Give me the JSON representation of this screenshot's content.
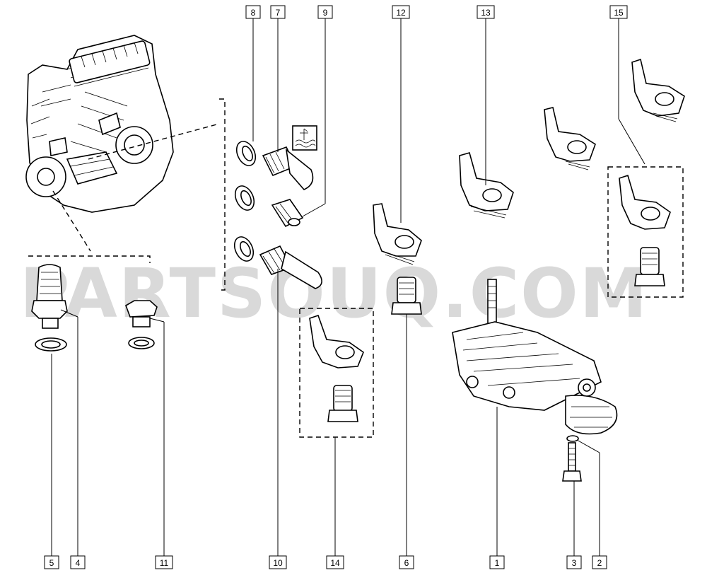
{
  "watermark": "PARTSOUQ.COM",
  "callouts": {
    "c1": "1",
    "c2": "2",
    "c3": "3",
    "c4": "4",
    "c5": "5",
    "c6": "6",
    "c7": "7",
    "c8": "8",
    "c9": "9",
    "c10": "10",
    "c11": "11",
    "c12": "12",
    "c13": "13",
    "c14": "14",
    "c15": "15"
  },
  "icons": [
    "engine-assembly",
    "oil-level-sensor-symbol"
  ]
}
